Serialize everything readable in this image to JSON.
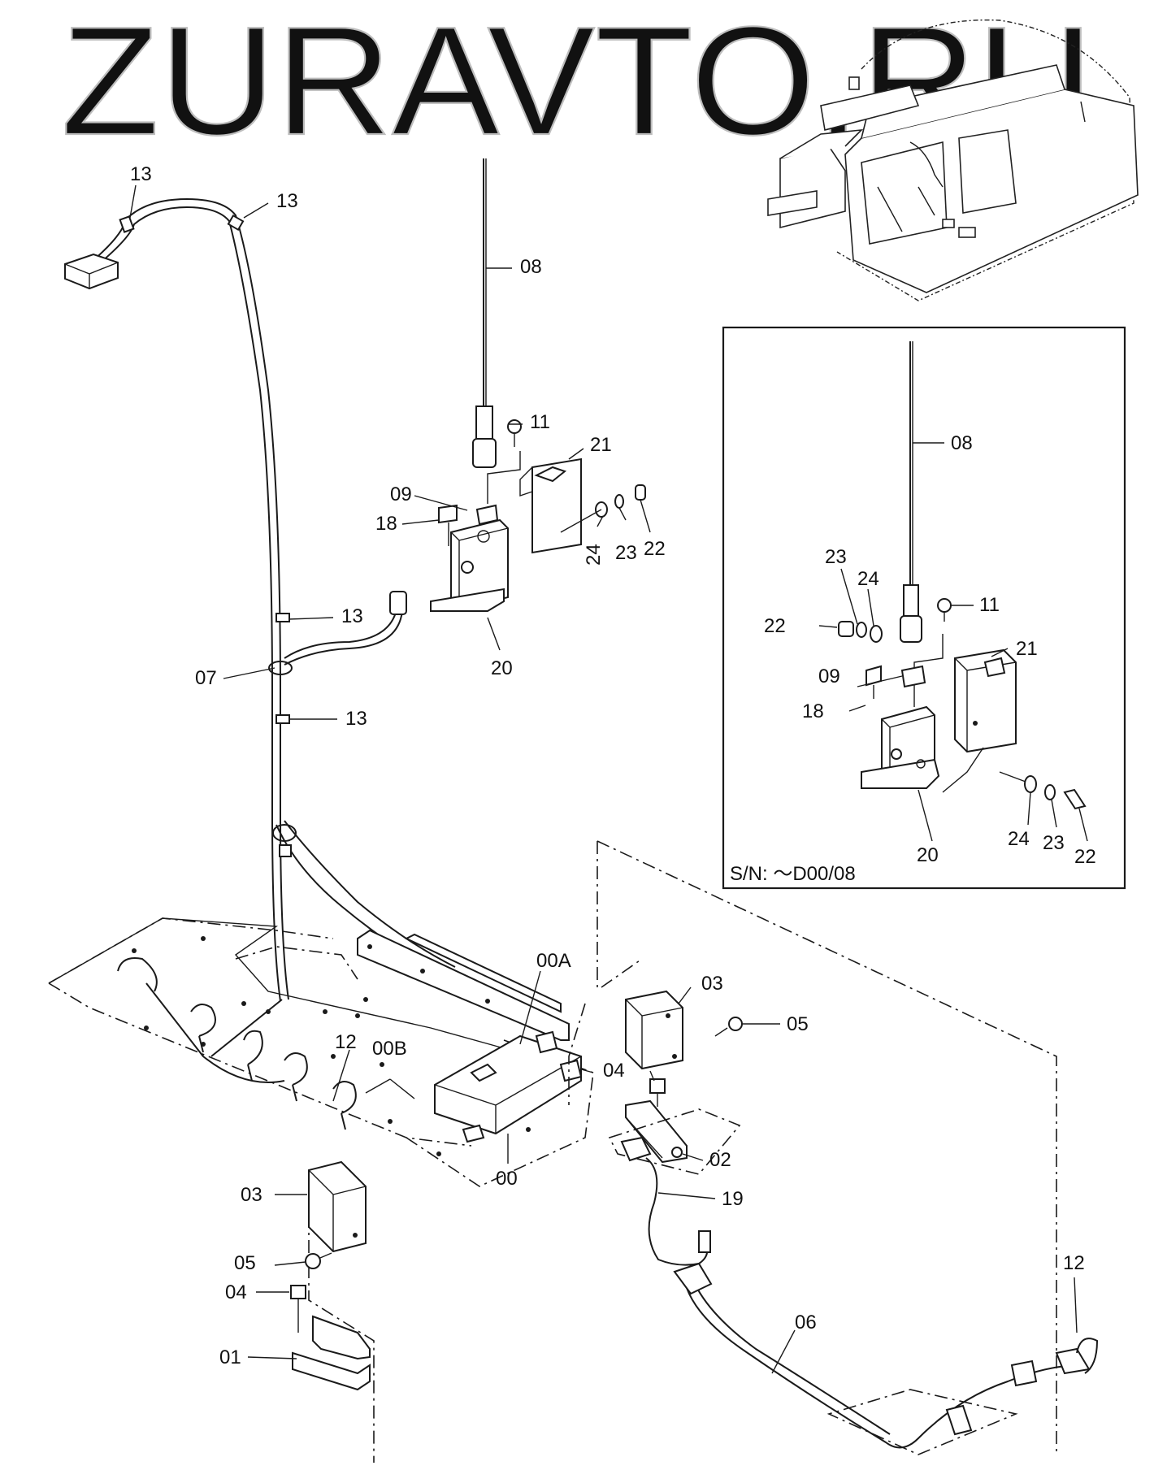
{
  "watermark": "ZURAVTO.RU",
  "inset": {
    "serial_note": "S/N: ～D00/08"
  },
  "callouts": {
    "main": {
      "n13a": "13",
      "n13b": "13",
      "n13c": "13",
      "n13d": "13",
      "n08": "08",
      "n11": "11",
      "n21": "21",
      "n09": "09",
      "n18": "18",
      "n24": "24",
      "n23": "23",
      "n22": "22",
      "n07": "07",
      "n20": "20",
      "n00A": "00A",
      "n03a": "03",
      "n05a": "05",
      "n12a": "12",
      "n00B": "00B",
      "n04a": "04",
      "n00": "00",
      "n02": "02",
      "n19": "19",
      "n03b": "03",
      "n05b": "05",
      "n04b": "04",
      "n01": "01",
      "n12b": "12",
      "n06": "06"
    },
    "inset": {
      "n08": "08",
      "n23": "23",
      "n24": "24",
      "n22": "22",
      "n11": "11",
      "n21": "21",
      "n09": "09",
      "n18": "18",
      "n24b": "24",
      "n23b": "23",
      "n22b": "22",
      "n20": "20"
    }
  }
}
